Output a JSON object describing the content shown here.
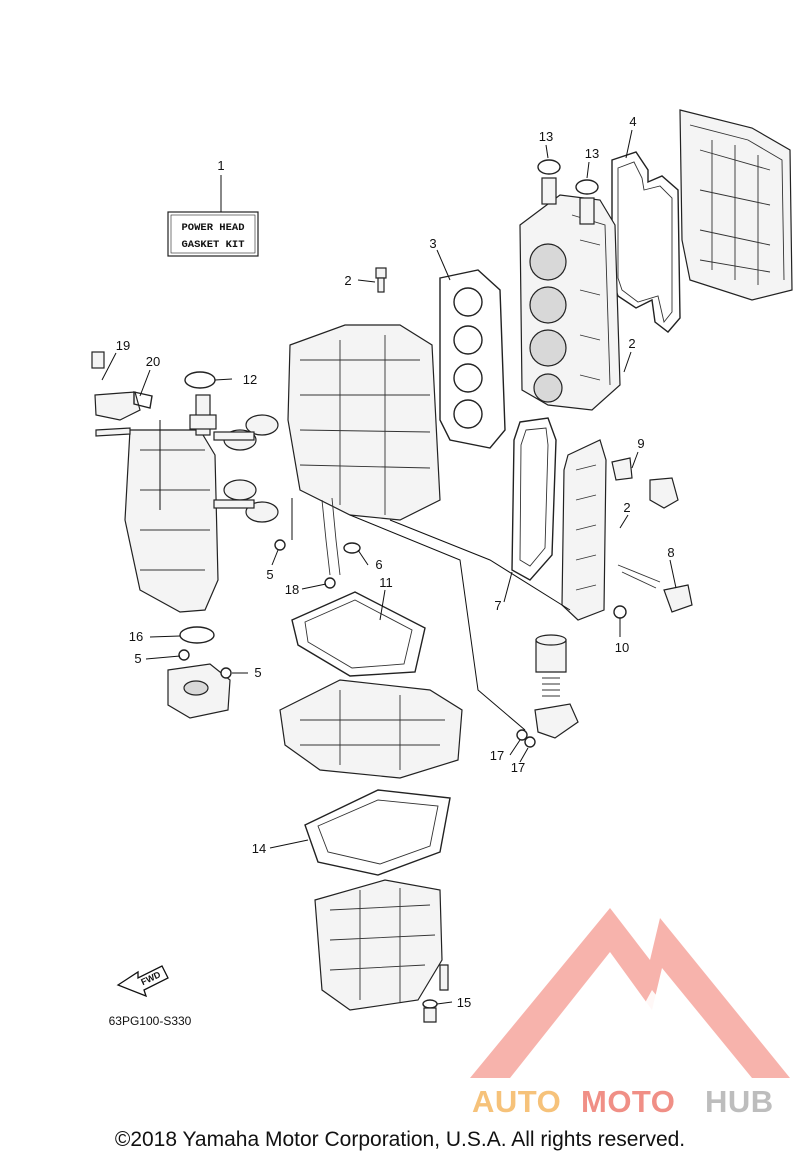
{
  "gasket_kit": {
    "line1": "POWER HEAD",
    "line2": "GASKET KIT"
  },
  "callouts": {
    "c1": "1",
    "c2a": "2",
    "c2b": "2",
    "c2c": "2",
    "c3": "3",
    "c4": "4",
    "c5a": "5",
    "c5b": "5",
    "c5c": "5",
    "c6": "6",
    "c7": "7",
    "c8": "8",
    "c9": "9",
    "c10": "10",
    "c11": "11",
    "c12": "12",
    "c13a": "13",
    "c13b": "13",
    "c14": "14",
    "c15": "15",
    "c16": "16",
    "c17a": "17",
    "c17b": "17",
    "c18": "18",
    "c19": "19",
    "c20": "20"
  },
  "fwd_label": "FWD",
  "drawing_number": "63PG100-S330",
  "watermark": {
    "auto": "AUTO",
    "moto": "MOTO",
    "hub": "HUB",
    "color_red": "#f08f86",
    "color_gray": "#bdbdbd",
    "color_gold": "#f6c27a"
  },
  "copyright": "©2018 Yamaha Motor Corporation, U.S.A. All rights reserved."
}
